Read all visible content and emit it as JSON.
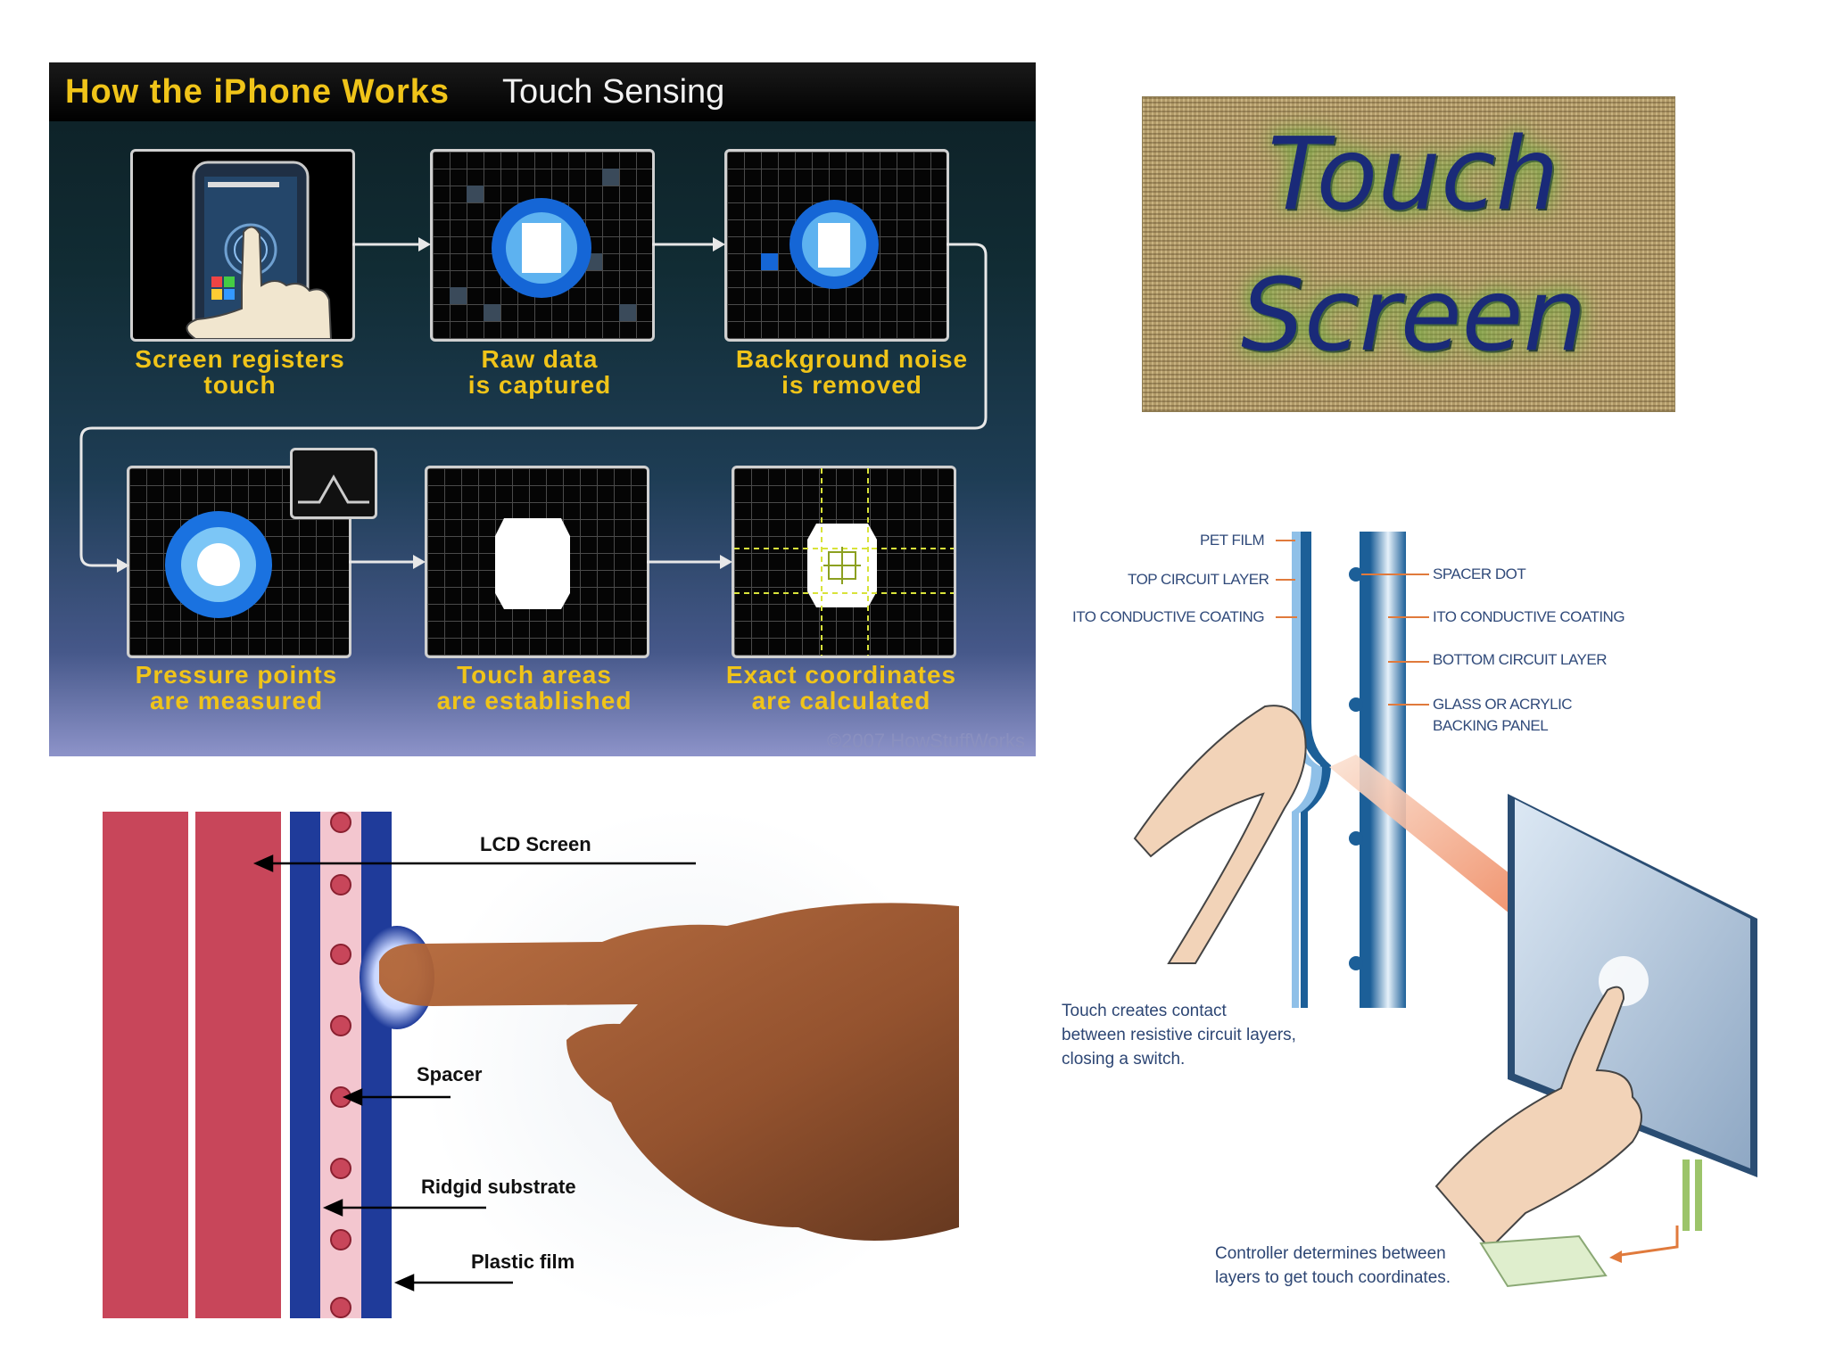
{
  "iphone_panel": {
    "title_bold": "How the iPhone Works",
    "title_sub": "Touch Sensing",
    "steps": [
      {
        "label": "Screen registers\ntouch"
      },
      {
        "label": "Raw data\nis captured"
      },
      {
        "label": "Background noise\nis removed"
      },
      {
        "label": "Pressure points\nare measured"
      },
      {
        "label": "Touch areas\nare established"
      },
      {
        "label": "Exact coordinates\nare calculated"
      }
    ],
    "copyright": "©2007 HowStuffWorks"
  },
  "title_panel": {
    "word1": "Touch",
    "word2": "Screen"
  },
  "lcd_panel": {
    "labels": {
      "lcd_screen": "LCD Screen",
      "spacer": "Spacer",
      "substrate": "Ridgid substrate",
      "film": "Plastic film"
    }
  },
  "resistive_panel": {
    "labels_left": {
      "pet_film": "PET FILM",
      "top_circuit": "TOP CIRCUIT LAYER",
      "ito_left": "ITO CONDUCTIVE COATING"
    },
    "labels_right": {
      "spacer_dot": "SPACER DOT",
      "ito_right": "ITO CONDUCTIVE COATING",
      "bottom_circuit": "BOTTOM CIRCUIT LAYER",
      "glass_1": "GLASS OR ACRYLIC",
      "glass_2": "BACKING PANEL"
    },
    "caption_touch": "Touch creates contact\nbetween resistive circuit layers,\nclosing a switch.",
    "caption_controller": "Controller determines between\nlayers to get touch coordinates."
  },
  "colors": {
    "accent_yellow": "#f0c419",
    "lcd_red": "#c8465a",
    "film_blue": "#1f3b9a",
    "diagram_text": "#304a7a",
    "touch_blue": "#1a2a78"
  }
}
